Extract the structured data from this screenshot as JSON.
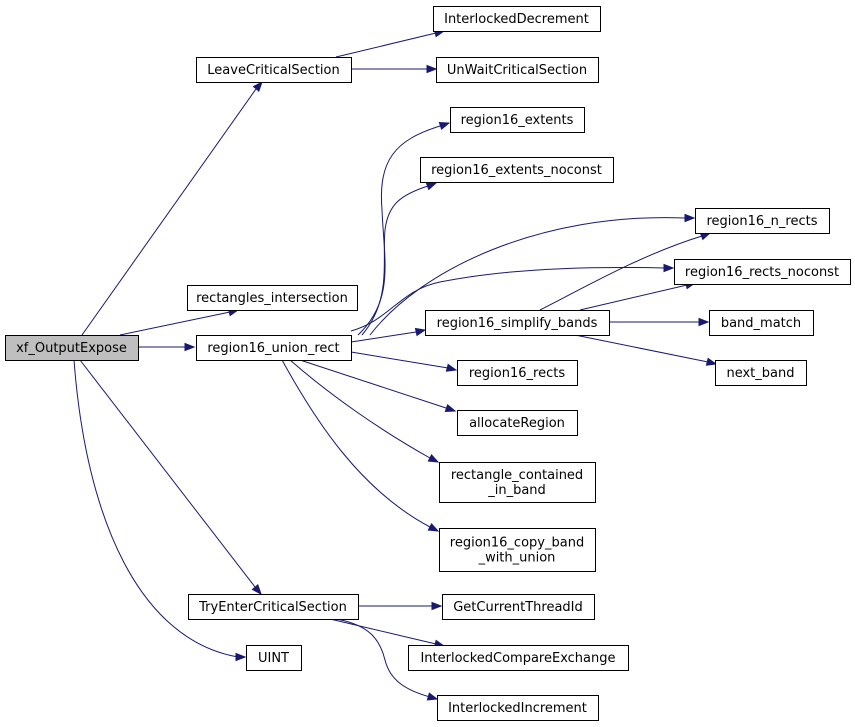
{
  "graph": {
    "nodes": [
      {
        "id": "xf_OutputExpose",
        "lines": [
          "xf_OutputExpose"
        ],
        "root": true
      },
      {
        "id": "LeaveCriticalSection",
        "lines": [
          "LeaveCriticalSection"
        ]
      },
      {
        "id": "InterlockedDecrement",
        "lines": [
          "InterlockedDecrement"
        ]
      },
      {
        "id": "UnWaitCriticalSection",
        "lines": [
          "UnWaitCriticalSection"
        ]
      },
      {
        "id": "rectangles_intersection",
        "lines": [
          "rectangles_intersection"
        ]
      },
      {
        "id": "region16_union_rect",
        "lines": [
          "region16_union_rect"
        ]
      },
      {
        "id": "region16_extents",
        "lines": [
          "region16_extents"
        ]
      },
      {
        "id": "region16_extents_noconst",
        "lines": [
          "region16_extents_noconst"
        ]
      },
      {
        "id": "region16_n_rects",
        "lines": [
          "region16_n_rects"
        ]
      },
      {
        "id": "region16_rects_noconst",
        "lines": [
          "region16_rects_noconst"
        ]
      },
      {
        "id": "region16_simplify_bands",
        "lines": [
          "region16_simplify_bands"
        ]
      },
      {
        "id": "band_match",
        "lines": [
          "band_match"
        ]
      },
      {
        "id": "next_band",
        "lines": [
          "next_band"
        ]
      },
      {
        "id": "region16_rects",
        "lines": [
          "region16_rects"
        ]
      },
      {
        "id": "allocateRegion",
        "lines": [
          "allocateRegion"
        ]
      },
      {
        "id": "rectangle_contained_in_band",
        "lines": [
          "rectangle_contained",
          "_in_band"
        ]
      },
      {
        "id": "region16_copy_band_with_union",
        "lines": [
          "region16_copy_band",
          "_with_union"
        ]
      },
      {
        "id": "TryEnterCriticalSection",
        "lines": [
          "TryEnterCriticalSection"
        ]
      },
      {
        "id": "GetCurrentThreadId",
        "lines": [
          "GetCurrentThreadId"
        ]
      },
      {
        "id": "InterlockedCompareExchange",
        "lines": [
          "InterlockedCompareExchange"
        ]
      },
      {
        "id": "InterlockedIncrement",
        "lines": [
          "InterlockedIncrement"
        ]
      },
      {
        "id": "UINT",
        "lines": [
          "UINT"
        ]
      }
    ],
    "edges": [
      {
        "from": "xf_OutputExpose",
        "to": "LeaveCriticalSection"
      },
      {
        "from": "xf_OutputExpose",
        "to": "rectangles_intersection"
      },
      {
        "from": "xf_OutputExpose",
        "to": "region16_union_rect"
      },
      {
        "from": "xf_OutputExpose",
        "to": "TryEnterCriticalSection"
      },
      {
        "from": "xf_OutputExpose",
        "to": "UINT"
      },
      {
        "from": "LeaveCriticalSection",
        "to": "InterlockedDecrement"
      },
      {
        "from": "LeaveCriticalSection",
        "to": "UnWaitCriticalSection"
      },
      {
        "from": "region16_union_rect",
        "to": "region16_extents"
      },
      {
        "from": "region16_union_rect",
        "to": "region16_extents_noconst"
      },
      {
        "from": "region16_union_rect",
        "to": "region16_n_rects"
      },
      {
        "from": "region16_union_rect",
        "to": "region16_rects_noconst"
      },
      {
        "from": "region16_union_rect",
        "to": "region16_simplify_bands"
      },
      {
        "from": "region16_union_rect",
        "to": "region16_rects"
      },
      {
        "from": "region16_union_rect",
        "to": "allocateRegion"
      },
      {
        "from": "region16_union_rect",
        "to": "rectangle_contained_in_band"
      },
      {
        "from": "region16_union_rect",
        "to": "region16_copy_band_with_union"
      },
      {
        "from": "region16_simplify_bands",
        "to": "region16_n_rects"
      },
      {
        "from": "region16_simplify_bands",
        "to": "region16_rects_noconst"
      },
      {
        "from": "region16_simplify_bands",
        "to": "band_match"
      },
      {
        "from": "region16_simplify_bands",
        "to": "next_band"
      },
      {
        "from": "TryEnterCriticalSection",
        "to": "GetCurrentThreadId"
      },
      {
        "from": "TryEnterCriticalSection",
        "to": "InterlockedCompareExchange"
      },
      {
        "from": "TryEnterCriticalSection",
        "to": "InterlockedIncrement"
      }
    ]
  },
  "colors": {
    "edge": "#191970",
    "root_fill": "#bfbfbf",
    "node_fill": "#ffffff",
    "node_border": "#000000"
  }
}
